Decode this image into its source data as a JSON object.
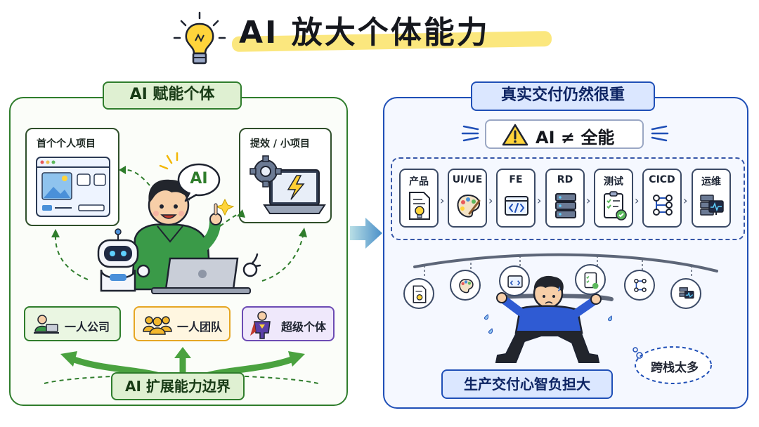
{
  "title": "AI 放大个体能力",
  "left_panel": {
    "tag": "AI 赋能个体",
    "card_first_project": "首个个人项目",
    "card_efficiency": "提效 / 小项目",
    "speech_bubble": "AI",
    "roles": [
      {
        "label": "一人公司"
      },
      {
        "label": "一人团队"
      },
      {
        "label": "超级个体"
      }
    ],
    "bottom_banner": "AI 扩展能力边界"
  },
  "right_panel": {
    "tag": "真实交付仍然很重",
    "warning": "AI ≠ 全能",
    "stages": [
      {
        "label": "产品",
        "icon": "document-bulb-icon"
      },
      {
        "label": "UI/UE",
        "icon": "palette-icon"
      },
      {
        "label": "FE",
        "icon": "code-window-icon"
      },
      {
        "label": "RD",
        "icon": "server-icon"
      },
      {
        "label": "测试",
        "icon": "checklist-icon"
      },
      {
        "label": "CICD",
        "icon": "pipeline-icon"
      },
      {
        "label": "运维",
        "icon": "monitor-server-icon"
      }
    ],
    "bubble": "跨栈太多",
    "bottom_banner": "生产交付心智负担大"
  },
  "colors": {
    "green": "#2f7d2c",
    "blue": "#1f4fb7",
    "highlight": "#fbe77e"
  }
}
